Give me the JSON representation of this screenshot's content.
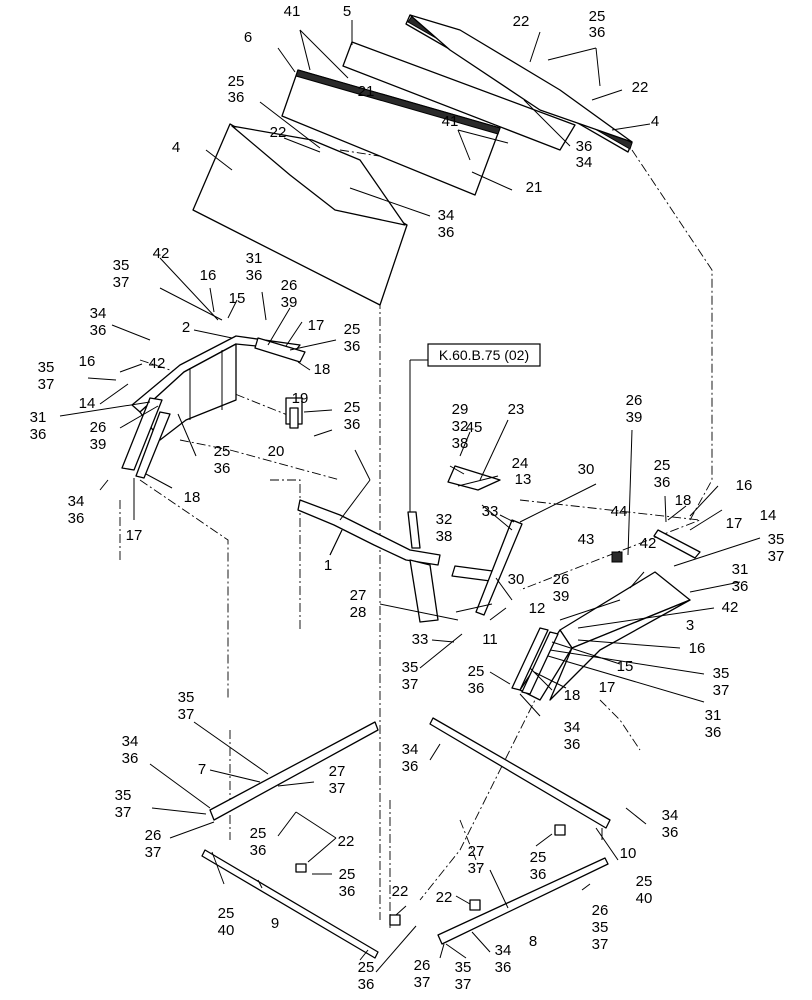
{
  "diagram": {
    "reference": "K.60.B.75 (02)",
    "callouts": [
      "41",
      "5",
      "22",
      "25",
      "36",
      "6",
      "21",
      "22",
      "4",
      "25",
      "36",
      "22",
      "41",
      "36",
      "34",
      "4",
      "21",
      "34",
      "36",
      "31",
      "36",
      "35",
      "37",
      "42",
      "16",
      "15",
      "26",
      "39",
      "34",
      "36",
      "2",
      "17",
      "25",
      "36",
      "18",
      "35",
      "37",
      "16",
      "42",
      "14",
      "31",
      "36",
      "26",
      "39",
      "25",
      "36",
      "19",
      "20",
      "25",
      "36",
      "18",
      "34",
      "36",
      "17",
      "1",
      "29",
      "32",
      "38",
      "45",
      "23",
      "24",
      "32",
      "38",
      "33",
      "13",
      "30",
      "26",
      "39",
      "25",
      "36",
      "18",
      "16",
      "44",
      "17",
      "14",
      "43",
      "42",
      "35",
      "37",
      "31",
      "36",
      "27",
      "28",
      "30",
      "12",
      "42",
      "33",
      "11",
      "35",
      "37",
      "26",
      "39",
      "3",
      "16",
      "15",
      "35",
      "37",
      "31",
      "36",
      "18",
      "17",
      "25",
      "36",
      "34",
      "36",
      "34",
      "36",
      "35",
      "37",
      "34",
      "36",
      "7",
      "27",
      "37",
      "35",
      "37",
      "26",
      "37",
      "25",
      "36",
      "22",
      "25",
      "36",
      "34",
      "36",
      "10",
      "27",
      "37",
      "25",
      "36",
      "25",
      "40",
      "26",
      "35",
      "37",
      "22",
      "22",
      "25",
      "40",
      "9",
      "34",
      "36",
      "8",
      "26",
      "37",
      "35",
      "37",
      "25",
      "36"
    ]
  }
}
